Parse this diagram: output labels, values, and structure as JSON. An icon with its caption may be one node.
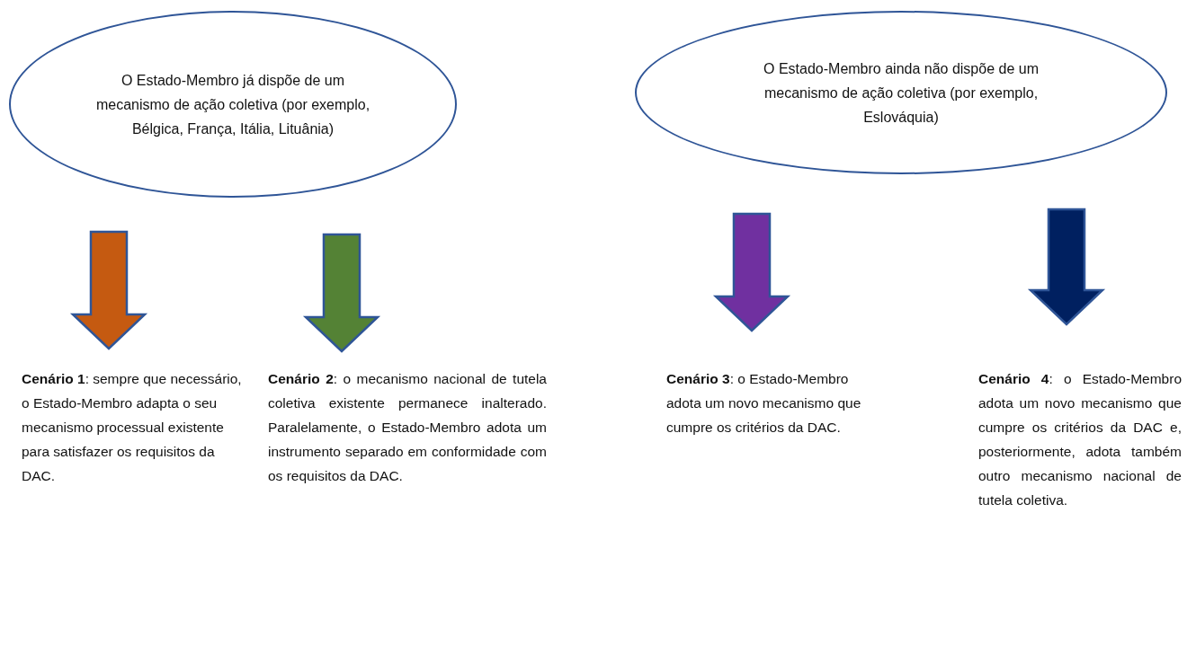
{
  "diagram": {
    "nodes": [
      {
        "text": [
          "O Estado-Membro já dispõe de um mecanismo de ação coletiva (por exemplo, Bélgica, França, Itália, Lituânia)"
        ]
      },
      {
        "text": [
          "O Estado-Membro ainda não dispõe de um mecanismo de ação coletiva (por exemplo, Eslováquia)"
        ]
      },
      {
        "text": [
          "**Cenário 1**: sempre que necessário, o Estado-Membro adapta o seu mecanismo processual existente para satisfazer os requisitos da DAC."
        ]
      },
      {
        "text": [
          "**Cenário 2**: o mecanismo nacional de tutela coletiva existente permanece inalterado. Paralelamente, o Estado-Membro adota um instrumento separado em conformidade com os requisitos da DAC."
        ]
      },
      {
        "text": [
          "**Cenário 3**: o Estado-Membro adota um novo mecanismo que cumpre os critérios da DAC."
        ]
      },
      {
        "text": [
          "**Cenário 4**: o Estado-Membro adota um novo mecanismo que cumpre os critérios da DAC e, posteriormente, adota também outro mecanismo nacional de tutela coletiva."
        ]
      }
    ],
    "edges": [
      {
        "from": 0,
        "to": 2,
        "arrow": "to",
        "style": "thick",
        "color": "#c55a11"
      },
      {
        "from": 0,
        "to": 3,
        "arrow": "to",
        "style": "thick",
        "color": "#548235"
      },
      {
        "from": 1,
        "to": 4,
        "arrow": "to",
        "style": "thick",
        "color": "#7030a0"
      },
      {
        "from": 1,
        "to": 5,
        "arrow": "to",
        "style": "thick",
        "color": "#002060"
      }
    ]
  }
}
